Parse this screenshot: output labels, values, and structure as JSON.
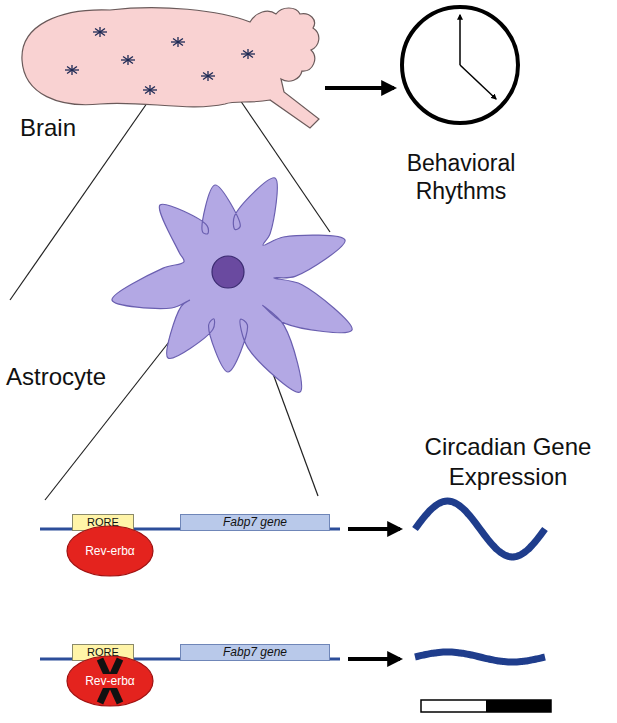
{
  "diagram": {
    "nodes": [
      {
        "text": [
          "Brain"
        ]
      },
      {
        "text": [
          "Behavioral Rhythms"
        ]
      },
      {
        "text": [
          "Astrocyte"
        ]
      },
      {
        "text": [
          "RORE"
        ]
      },
      {
        "text": [
          "Rev-erbα"
        ]
      },
      {
        "text": [
          "Fabp7 gene"
        ]
      },
      {
        "text": [
          "RORE"
        ]
      },
      {
        "text": [
          "Rev-erbα"
        ]
      },
      {
        "text": [
          "Fabp7 gene"
        ]
      }
    ],
    "edges": [
      {
        "from": 0,
        "to": 1,
        "arrow": "to"
      }
    ],
    "labels": [
      "Circadian Gene Expression"
    ]
  }
}
